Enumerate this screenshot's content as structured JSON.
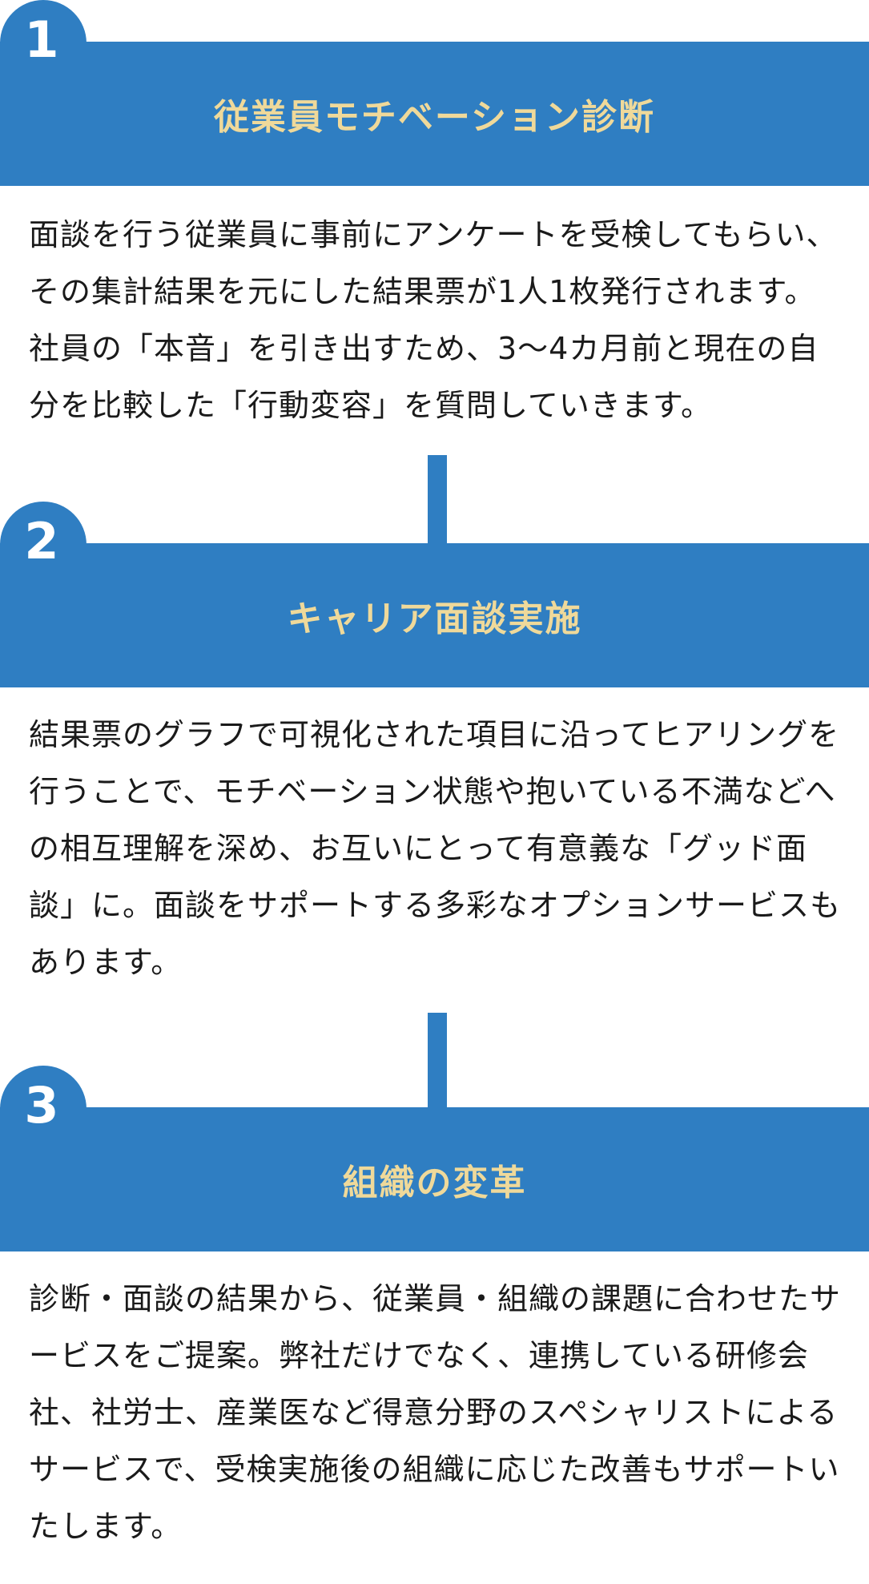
{
  "colors": {
    "accent_blue": "#2f7ec2",
    "title_gold": "#efd99a",
    "body_text": "#1a1a1a"
  },
  "steps": [
    {
      "number": "1",
      "title": "従業員モチベーション診断",
      "description": "面談を行う従業員に事前にアンケートを受検してもらい、その集計結果を元にした結果票が1人1枚発行されます。社員の「本音」を引き出すため、3〜4カ月前と現在の自分を比較した「行動変容」を質問していきます。"
    },
    {
      "number": "2",
      "title": "キャリア面談実施",
      "description": "結果票のグラフで可視化された項目に沿ってヒアリングを行うことで、モチベーション状態や抱いている不満などへの相互理解を深め、お互いにとって有意義な「グッド面談」に。面談をサポートする多彩なオプションサービスもあります。"
    },
    {
      "number": "3",
      "title": "組織の変革",
      "description": "診断・面談の結果から、従業員・組織の課題に合わせたサービスをご提案。弊社だけでなく、連携している研修会社、社労士、産業医など得意分野のスペシャリストによるサービスで、受検実施後の組織に応じた改善もサポートいたします。"
    }
  ]
}
